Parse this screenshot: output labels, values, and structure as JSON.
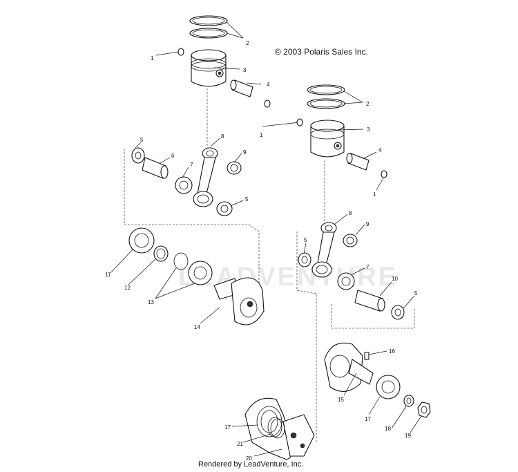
{
  "copyright": "© 2003 Polaris Sales Inc.",
  "render_credit": "Rendered by LeadVenture, Inc.",
  "watermark": "LEADVENTURE",
  "callouts": {
    "c1a": "1",
    "c2a": "2",
    "c3a": "3",
    "c4a": "4",
    "c1b": "1",
    "c2b": "2",
    "c3b": "3",
    "c4b": "4",
    "c1c": "1",
    "c5a": "5",
    "c6": "6",
    "c7a": "7",
    "c8a": "8",
    "c9a": "9",
    "c5b": "5",
    "c8b": "8",
    "c9b": "9",
    "c5c": "5",
    "c7b": "7",
    "c10": "10",
    "c5d": "5",
    "c11": "11",
    "c12": "12",
    "c13": "13",
    "c14": "14",
    "c16": "16",
    "c15": "15",
    "c17a": "17",
    "c18": "18",
    "c19": "19",
    "c17b": "17",
    "c21": "21",
    "c20": "20"
  }
}
